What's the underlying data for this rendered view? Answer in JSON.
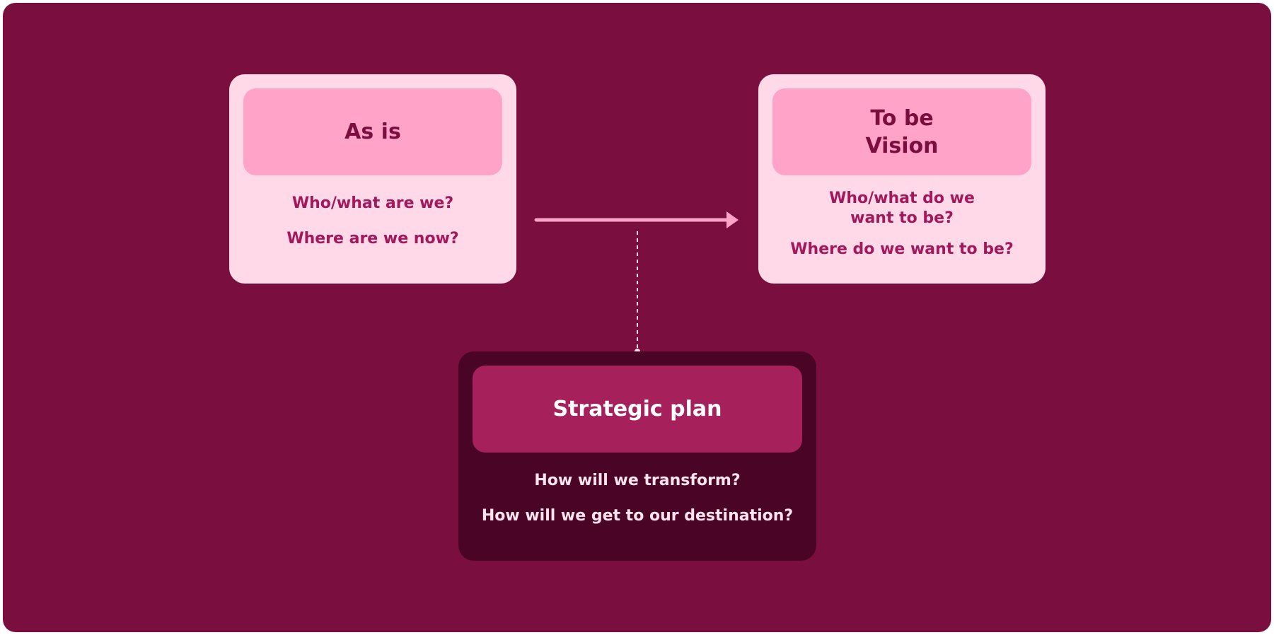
{
  "diagram": {
    "as_is": {
      "title": "As is",
      "questions": [
        "Who/what are we?",
        "Where are we now?"
      ]
    },
    "to_be": {
      "title": "To be\nVision",
      "questions": [
        "Who/what do we\nwant to be?",
        "Where do we want to be?"
      ]
    },
    "strategic_plan": {
      "title": "Strategic plan",
      "questions": [
        "How will we transform?",
        "How will we get to our destination?"
      ]
    }
  },
  "colors": {
    "background": "#7a0f3f",
    "light_box": "#ffd9e8",
    "light_header": "#ffa3c8",
    "dark_box": "#4a0526",
    "dark_header": "#a6205c",
    "arrow": "#ffa3c8"
  }
}
